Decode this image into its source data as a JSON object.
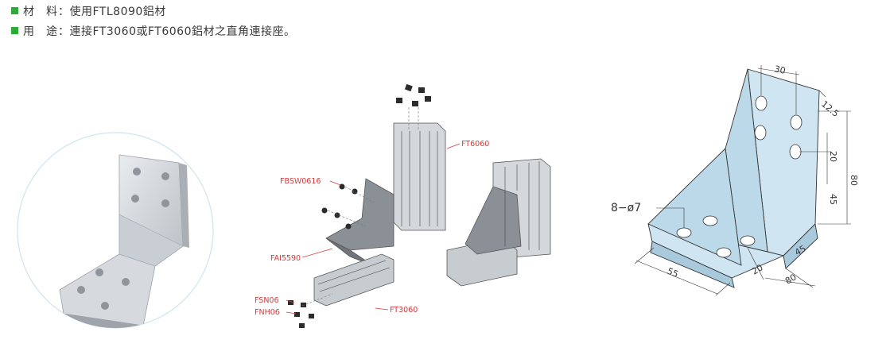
{
  "specs": [
    {
      "label": "材　料",
      "value": "使用FTL8090鋁材"
    },
    {
      "label": "用　途",
      "value": "連接FT3060或FT6060鋁材之直角連接座。"
    }
  ],
  "colors": {
    "bullet": "#2eaa3a",
    "callout": "#d23a3a",
    "drawing_fill": "#cfe6f2"
  },
  "exploded_view": {
    "callouts": [
      "FT6060",
      "FBSW0616",
      "FAI5590",
      "FSN06",
      "FNH06",
      "FT3060"
    ]
  },
  "drawing": {
    "hole_callout": "8−ø7",
    "dims": [
      "30",
      "12.5",
      "20",
      "45",
      "80",
      "55",
      "20",
      "45",
      "80"
    ]
  }
}
